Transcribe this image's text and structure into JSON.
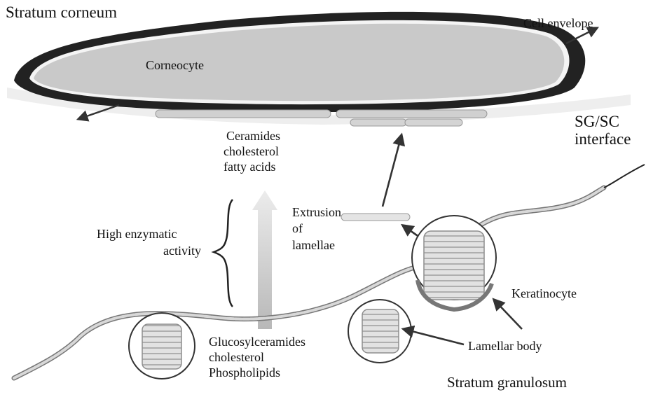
{
  "diagram": {
    "labels": {
      "stratum_corneum": "Stratum corneum",
      "cell_envelope": "Cell envelope",
      "corneocyte": "Corneocyte",
      "sg_sc_interface": [
        "SG/SC",
        "interface"
      ],
      "precursor_products": [
        "Ceramides",
        "cholesterol",
        "fatty acids"
      ],
      "enzymatic": [
        "High enzymatic",
        "activity"
      ],
      "extrusion": [
        "Extrusion",
        "of",
        "lamellae"
      ],
      "keratinocyte": "Keratinocyte",
      "precursors": [
        "Glucosylceramides",
        "cholesterol",
        "Phospholipids"
      ],
      "lamellar_body": "Lamellar body",
      "stratum_granulosum": "Stratum granulosum"
    },
    "colors": {
      "envelope": "#2a2a2a",
      "corneocyte_fill": "#c9c9c9",
      "lipid_fill": "#cfcfcf",
      "membrane": "#9a9a9a",
      "arrow": "#333333",
      "gradient_arrow": "#d9d9d9"
    }
  }
}
